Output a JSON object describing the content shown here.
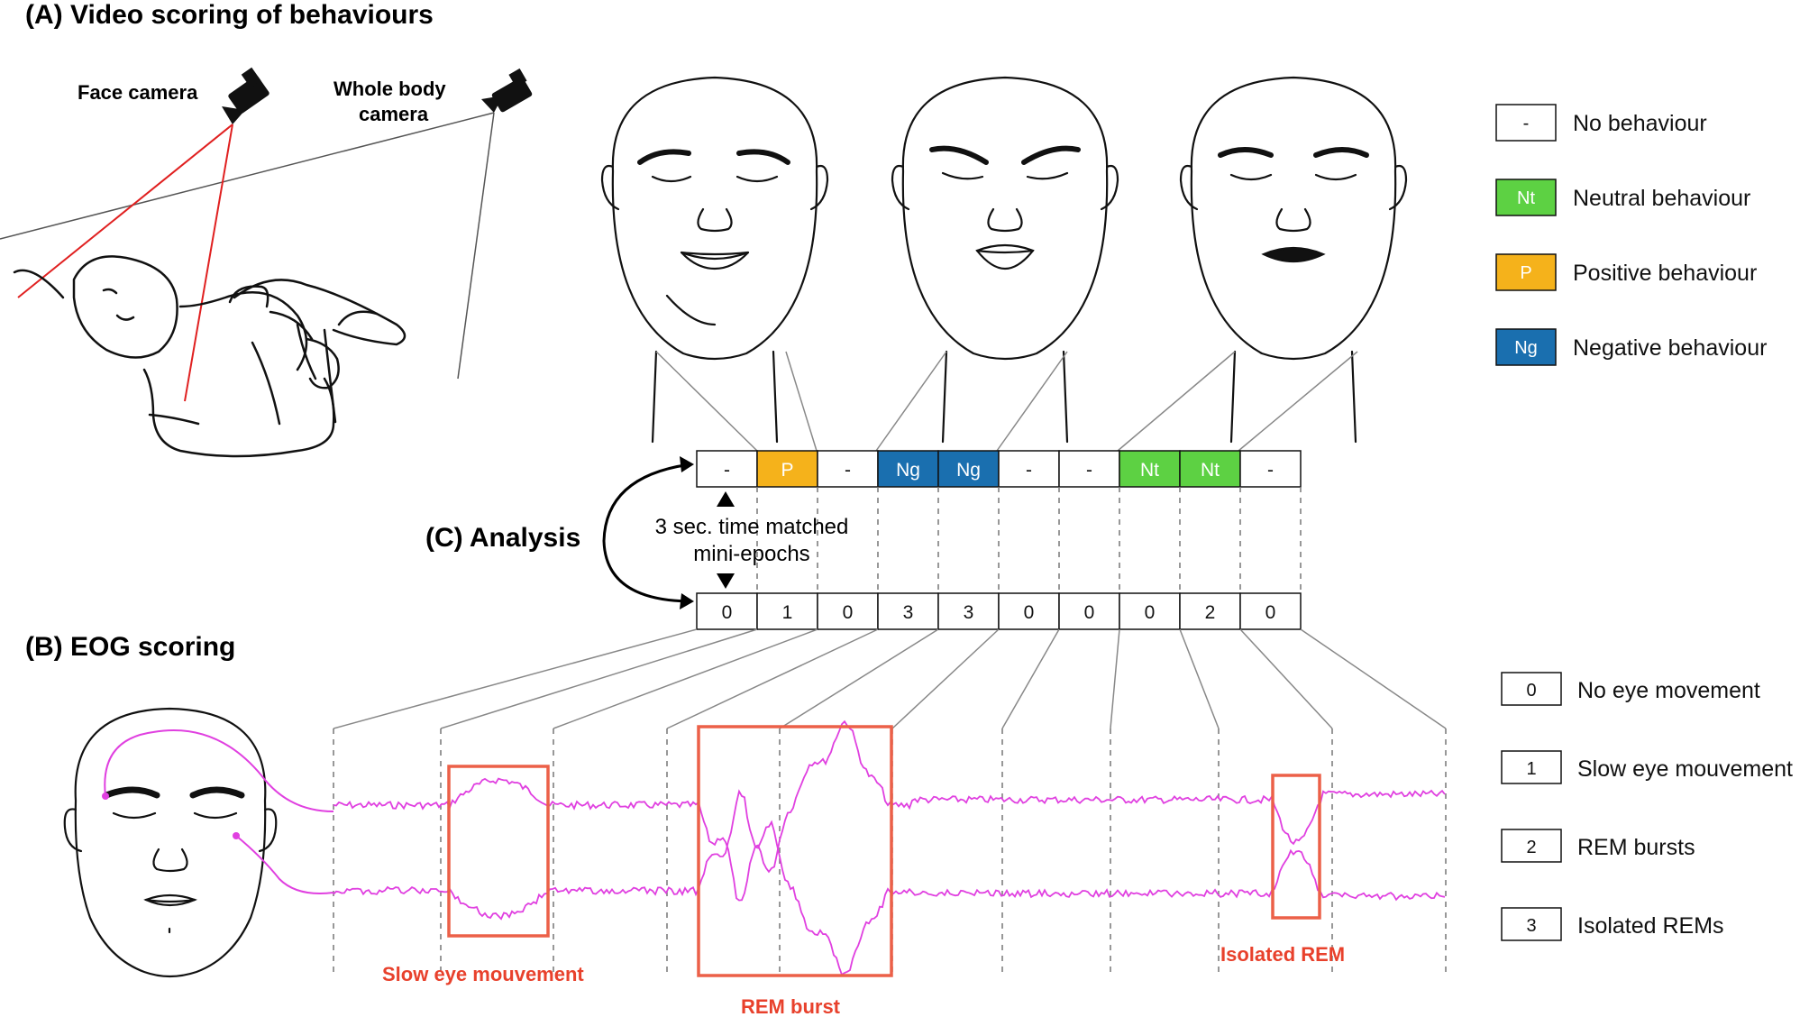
{
  "section_a_title": "(A)  Video scoring of behaviours",
  "section_b_title": "(B) EOG scoring",
  "section_c_title": "(C) Analysis",
  "face_camera_label": "Face camera",
  "body_camera_label_1": "Whole body",
  "body_camera_label_2": "camera",
  "epoch_note_1": "3 sec. time matched",
  "epoch_note_2": "mini-epochs",
  "behaviour_row": [
    "-",
    "P",
    "-",
    "Ng",
    "Ng",
    "-",
    "-",
    "Nt",
    "Nt",
    "-"
  ],
  "eog_row": [
    "0",
    "1",
    "0",
    "3",
    "3",
    "0",
    "0",
    "0",
    "2",
    "0"
  ],
  "behaviour_legend": [
    {
      "code": "-",
      "label": "No behaviour"
    },
    {
      "code": "Nt",
      "label": "Neutral behaviour"
    },
    {
      "code": "P",
      "label": "Positive behaviour"
    },
    {
      "code": "Ng",
      "label": "Negative behaviour"
    }
  ],
  "eog_legend": [
    {
      "code": "0",
      "label": "No eye movement"
    },
    {
      "code": "1",
      "label": "Slow eye mouvement"
    },
    {
      "code": "2",
      "label": "REM bursts"
    },
    {
      "code": "3",
      "label": "Isolated REMs"
    }
  ],
  "annotations": {
    "slow": "Slow eye mouvement",
    "burst": "REM burst",
    "isolated": "Isolated REM"
  },
  "colors": {
    "none": "#ffffff",
    "Nt": "#5dd143",
    "P": "#f5b21b",
    "Ng": "#1a6faf",
    "signal": "#e040e0",
    "highlight": "#ec6048",
    "annotation_text": "#e8412c",
    "camera_ray": "#e02020"
  }
}
